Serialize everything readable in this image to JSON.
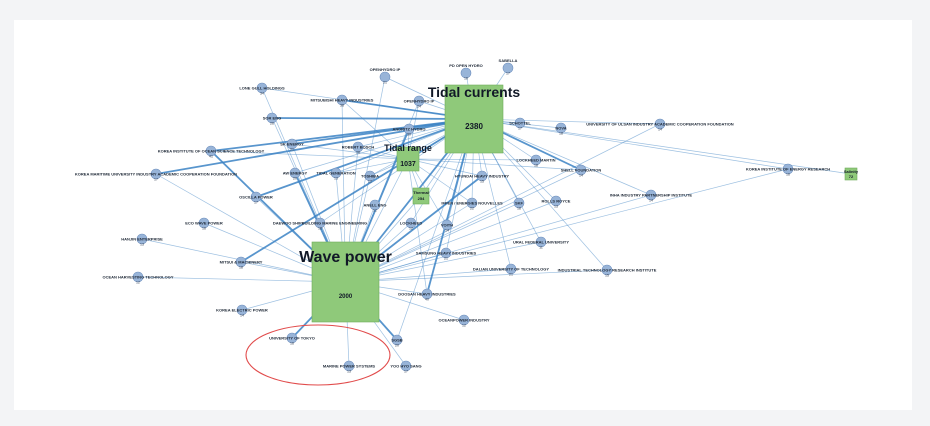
{
  "colors": {
    "edge": "#3b82c4",
    "node": "#98b4d8",
    "node_stroke": "#6f90bf",
    "hub": "#8fc97a",
    "hub_stroke": "#6fae5b",
    "highlight": "#e14b4b"
  },
  "hubs": [
    {
      "id": "tidal",
      "label": "Tidal currents",
      "value": "2380"
    },
    {
      "id": "wave",
      "label": "Wave power",
      "value": "2000"
    },
    {
      "id": "range",
      "label": "Tidal range",
      "value": "1037"
    },
    {
      "id": "h4",
      "label": "Thermal",
      "value": "254"
    },
    {
      "id": "h5",
      "label": "Salinity",
      "value": "72"
    }
  ],
  "nodes": [
    {
      "id": "n1",
      "label": "PD OPEN HYDRO",
      "value": "16"
    },
    {
      "id": "n2",
      "label": "SABELLA",
      "value": "17"
    },
    {
      "id": "n3",
      "label": "OPENHYDRO IP",
      "value": "21"
    },
    {
      "id": "n4",
      "label": "LONE GULL HOLDINGS",
      "value": "34"
    },
    {
      "id": "n5",
      "label": "MITSUBISHI HEAVY INDUSTRIES",
      "value": "38"
    },
    {
      "id": "n6",
      "label": "OPENHYDRO IP",
      "value": "24"
    },
    {
      "id": "n7",
      "label": "SCHOTTEL",
      "value": "17"
    },
    {
      "id": "n8",
      "label": "NOVA",
      "value": "18"
    },
    {
      "id": "n9",
      "label": "UNIVERSITY OF ULSAN INDUSTRY ACADEMIC COOPERATION FOUNDATION",
      "value": "14"
    },
    {
      "id": "n10",
      "label": "SOR ENG",
      "value": "26"
    },
    {
      "id": "n11",
      "label": "ANDRITZ HYDRO",
      "value": "30"
    },
    {
      "id": "n12",
      "label": "KOREA INSTITUTE OF OCEAN SCIENCE TECHNOLOGY",
      "value": "41"
    },
    {
      "id": "n13",
      "label": "SK ENERGY",
      "value": "21"
    },
    {
      "id": "n14",
      "label": "ROBERT BOSCH",
      "value": "28"
    },
    {
      "id": "n15",
      "label": "LOCKHEED MARTIN",
      "value": "18"
    },
    {
      "id": "n16",
      "label": "KOREA MARITIME UNIVERSITY INDUSTRY ACADEMIC COOPERATION FOUNDATION",
      "value": "17"
    },
    {
      "id": "n17",
      "label": "AW ENERGY",
      "value": "20"
    },
    {
      "id": "n18",
      "label": "TIDAL GENERATION",
      "value": "13"
    },
    {
      "id": "n19",
      "label": "TOSHIBA",
      "value": "12"
    },
    {
      "id": "n20",
      "label": "HYUNDAI HEAVY INDUSTRY",
      "value": "15"
    },
    {
      "id": "n21",
      "label": "SHELL FOUNDATION",
      "value": "14"
    },
    {
      "id": "n22",
      "label": "KOREA INSTITUTE OF ENERGY RESEARCH",
      "value": "16"
    },
    {
      "id": "n23",
      "label": "INHA INDUSTRY PARTNERSHIP INSTITUTE",
      "value": "14"
    },
    {
      "id": "n24",
      "label": "OSCILLA POWER",
      "value": "17"
    },
    {
      "id": "n25",
      "label": "ANELL ENG",
      "value": "12"
    },
    {
      "id": "n26",
      "label": "IFPEN / ENERGIES NOUVELLES",
      "value": "22"
    },
    {
      "id": "n27",
      "label": "SKF",
      "value": "18"
    },
    {
      "id": "n28",
      "label": "ROLLS ROYCE",
      "value": "13"
    },
    {
      "id": "n29",
      "label": "ECO WAVE POWER",
      "value": "16"
    },
    {
      "id": "n30",
      "label": "DAEWOO SHIPBUILDING MARINE ENGINEERING",
      "value": "18"
    },
    {
      "id": "n31",
      "label": "LOCKHEED",
      "value": "12"
    },
    {
      "id": "n32",
      "label": "VOITH",
      "value": "14"
    },
    {
      "id": "n33",
      "label": "HANJIN ENTERPRISE",
      "value": "13"
    },
    {
      "id": "n34",
      "label": "URAL FEDERAL UNIVERSITY",
      "value": "11"
    },
    {
      "id": "n35",
      "label": "SAMSUNG HEAVY INDUSTRIES",
      "value": "21"
    },
    {
      "id": "n36",
      "label": "MITSUI & MACHINERY",
      "value": "18"
    },
    {
      "id": "n37",
      "label": "DALIAN UNIVERSITY OF TECHNOLOGY",
      "value": "21"
    },
    {
      "id": "n38",
      "label": "INDUSTRIAL TECHNOLOGY RESEARCH INSTITUTE",
      "value": "15"
    },
    {
      "id": "n39",
      "label": "OCEAN HARVESTING TECHNOLOGY",
      "value": "12"
    },
    {
      "id": "n40",
      "label": "DOOSAN HEAVY INDUSTRIES",
      "value": "40"
    },
    {
      "id": "n41",
      "label": "KOREA ELECTRIC POWER",
      "value": "14"
    },
    {
      "id": "n42",
      "label": "OCEANPOWER INDUSTRY",
      "value": "12"
    },
    {
      "id": "n43",
      "label": "UNIVERSITY OF TOKYO",
      "value": "16"
    },
    {
      "id": "n44",
      "label": "MARINE POWER SYSTEMS",
      "value": "13"
    },
    {
      "id": "n45",
      "label": "SGSB",
      "value": "20"
    },
    {
      "id": "n46",
      "label": "YOO HYO SANG",
      "value": "17"
    }
  ]
}
